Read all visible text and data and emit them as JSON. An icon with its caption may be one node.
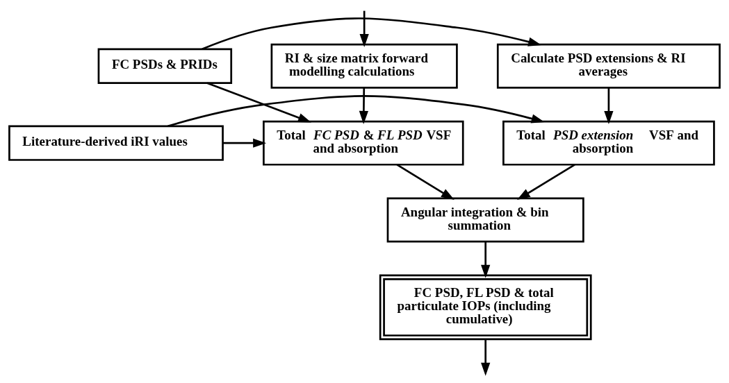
{
  "diagram": {
    "nodes": [
      {
        "text": [
          "FC PSDs & PRIDs"
        ]
      },
      {
        "text": [
          "Literature-derived iRI values"
        ]
      },
      {
        "text": [
          "RI & size matrix forward modelling calculations"
        ]
      },
      {
        "text": [
          "Calculate PSD extensions & RI averages"
        ]
      },
      {
        "text": [
          "Total *FC PSD* & *FL PSD* VSF and absorption"
        ]
      },
      {
        "text": [
          "Total *PSD extension* VSF and absorption"
        ]
      },
      {
        "text": [
          "Angular integration & bin summation"
        ]
      },
      {
        "text": [
          "FC PSD, FL PSD & total particulate IOPs (including cumulative)"
        ]
      }
    ],
    "edges": [
      {
        "from": 0,
        "to": 3,
        "arrow": "to"
      },
      {
        "from": 1,
        "to": 5,
        "arrow": "to"
      },
      {
        "from": null,
        "to": 2,
        "arrow": "to"
      },
      {
        "from": 0,
        "to": 4,
        "arrow": "to"
      },
      {
        "from": 1,
        "to": 4,
        "arrow": "to"
      },
      {
        "from": 2,
        "to": 4,
        "arrow": "to"
      },
      {
        "from": 3,
        "to": 5,
        "arrow": "to"
      },
      {
        "from": 4,
        "to": 6,
        "arrow": "to"
      },
      {
        "from": 5,
        "to": 6,
        "arrow": "to"
      },
      {
        "from": 6,
        "to": 7,
        "arrow": "to"
      },
      {
        "from": 7,
        "to": null,
        "arrow": "to"
      }
    ]
  }
}
